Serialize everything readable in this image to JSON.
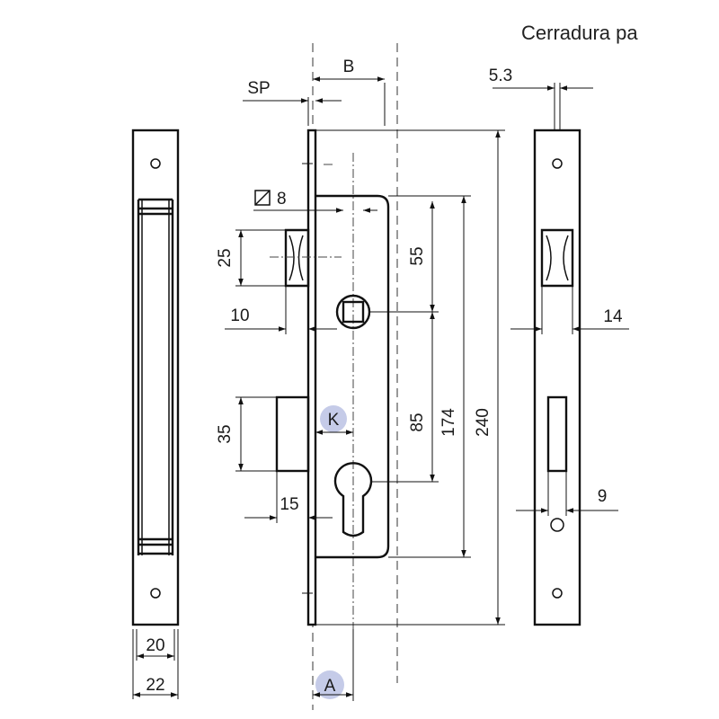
{
  "title": "Cerradura pa",
  "dimensions": {
    "sp": "SP",
    "b": "B",
    "square": "8",
    "d55": "55",
    "d25": "25",
    "d10": "10",
    "d85": "85",
    "d174": "174",
    "d240": "240",
    "d35": "35",
    "d15": "15",
    "d53": "5.3",
    "d14": "14",
    "d9": "9",
    "d20": "20",
    "d22": "22"
  },
  "markers": {
    "k": "K",
    "a": "A",
    "marker_color": "#c5cbe8"
  }
}
